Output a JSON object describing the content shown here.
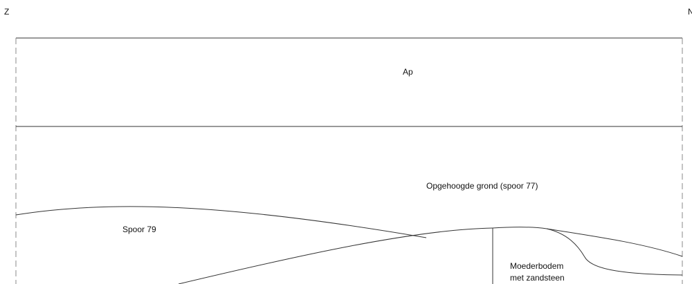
{
  "orientation": {
    "left": "Z",
    "right": "N"
  },
  "layers": {
    "ap": "Ap",
    "opgehoogd": "Opgehoogde grond (spoor 77)",
    "spoor79": "Spoor 79",
    "moederbodem_line1": "Moederbodem",
    "moederbodem_line2": "met zandsteen"
  },
  "colors": {
    "line": "#333333",
    "text": "#111111",
    "background": "#ffffff",
    "dashed_edge": "#888888"
  }
}
